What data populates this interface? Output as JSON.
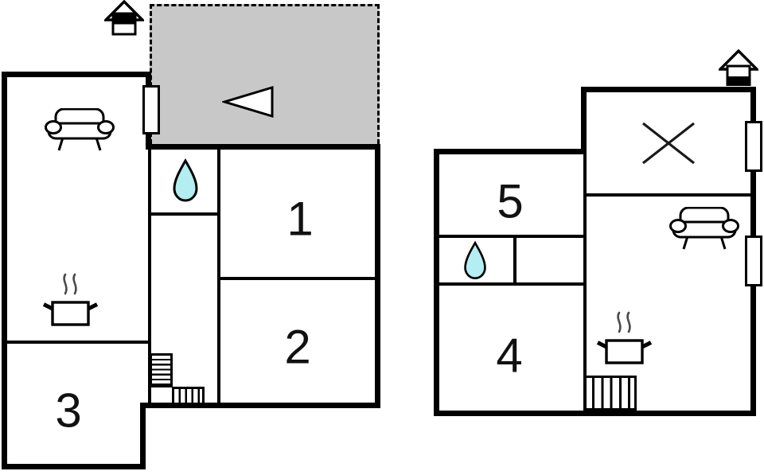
{
  "page": {
    "background": "#ffffff"
  },
  "colors": {
    "wall": "#000000",
    "terrace_fill": "#c8c8c8",
    "water_drop_fill": "#b4eef2",
    "icon_outline": "#000000",
    "label_color": "#111111"
  },
  "left_plan": {
    "rooms": [
      {
        "id": "room-1",
        "label": "1"
      },
      {
        "id": "room-2",
        "label": "2"
      },
      {
        "id": "room-3",
        "label": "3"
      }
    ],
    "icons": [
      "house-icon",
      "north-arrow-icon",
      "sofa-icon",
      "water-drop-icon",
      "cooking-pot-icon",
      "stairs-icon",
      "window-marker",
      "terrace-area"
    ]
  },
  "right_plan": {
    "rooms": [
      {
        "id": "room-4",
        "label": "4"
      },
      {
        "id": "room-5",
        "label": "5"
      }
    ],
    "icons": [
      "house-icon",
      "cross-icon",
      "sofa-icon",
      "water-drop-icon",
      "cooking-pot-icon",
      "stairs-icon",
      "window-marker"
    ]
  }
}
